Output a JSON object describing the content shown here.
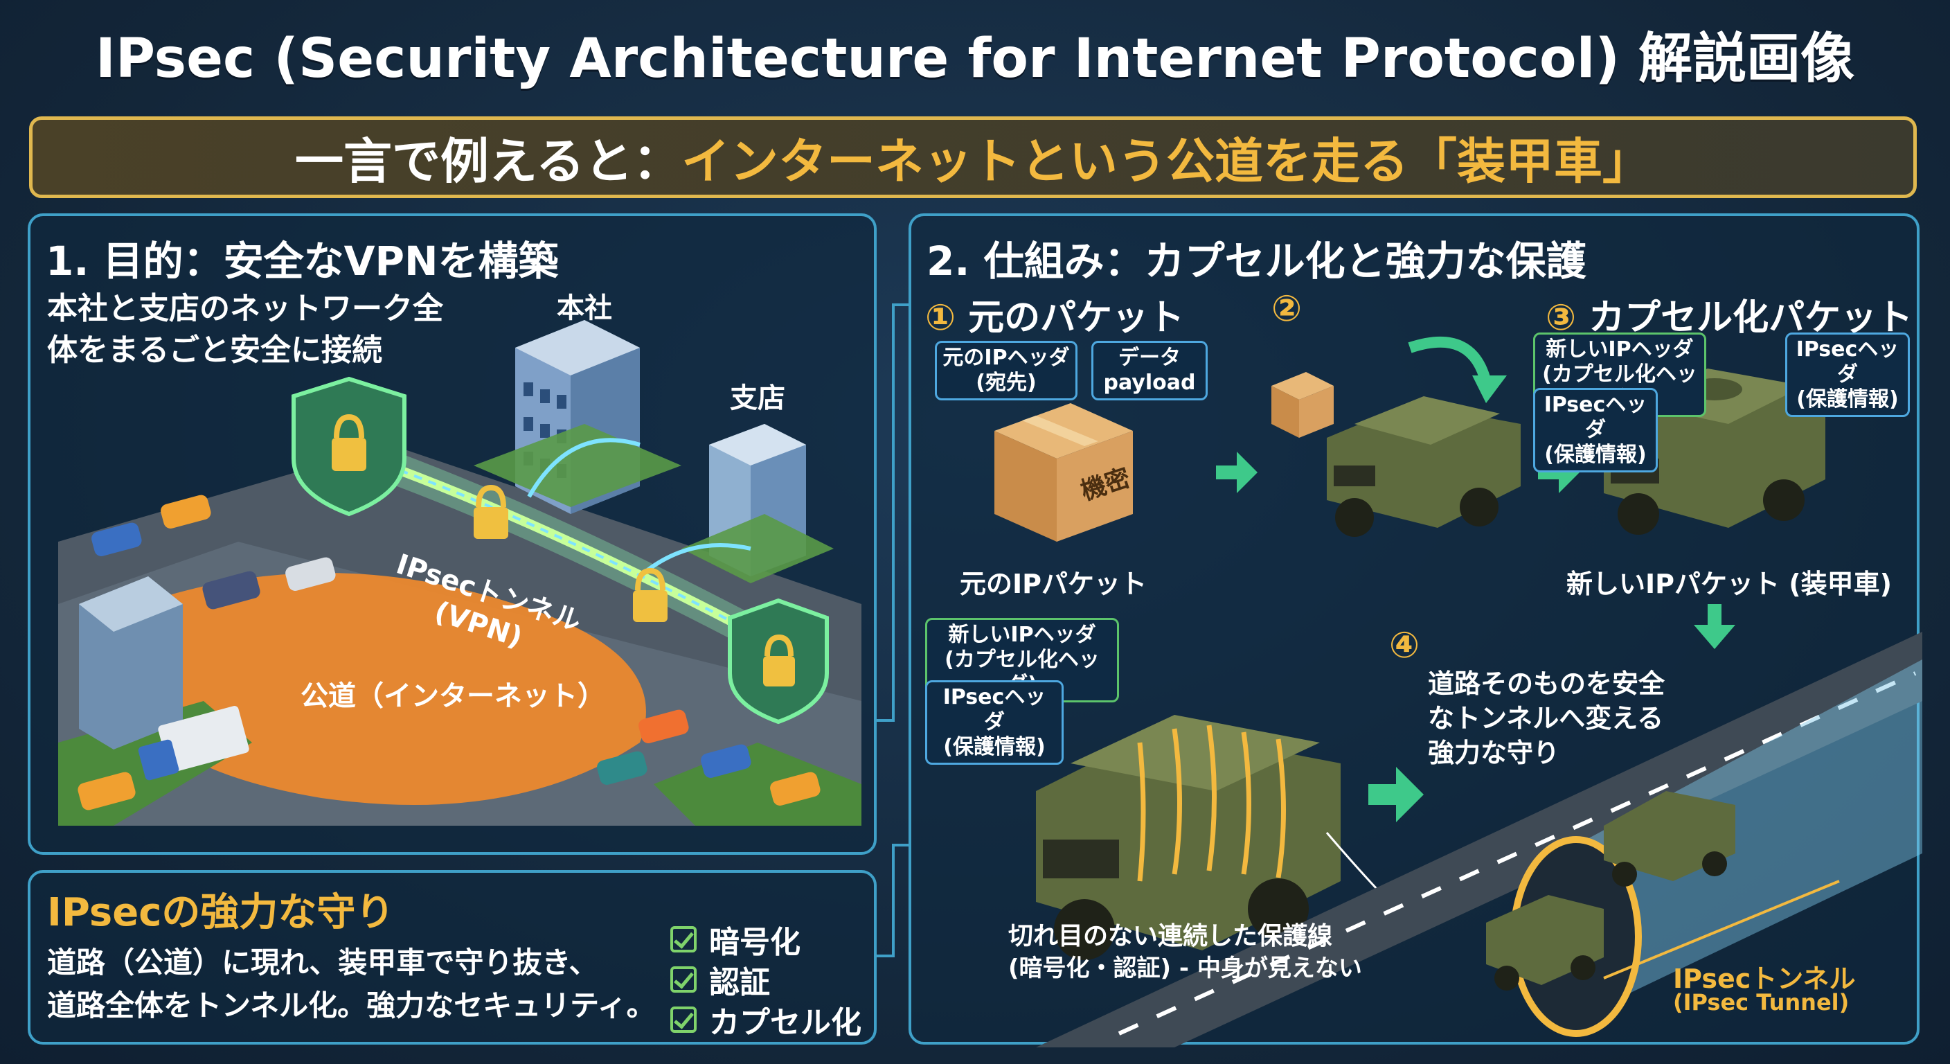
{
  "title": "IPsec (Security Architecture for Internet Protocol) 解説画像",
  "banner": {
    "lead": "一言で例えると：",
    "highlight": "インターネットという公道を走る「装甲車」"
  },
  "section1": {
    "title": "1. 目的：安全なVPNを構築",
    "desc_line1": "本社と支店のネットワーク全",
    "desc_line2": "体をまるごと安全に接続",
    "hq_label": "本社",
    "branch_label": "支店",
    "tunnel_label_line1": "IPsecトンネル",
    "tunnel_label_line2": "(VPN)",
    "road_label": "公道（インターネット）"
  },
  "section2": {
    "title": "2. 仕組み：カプセル化と強力な保護",
    "step1": {
      "num": "①",
      "title": "元のパケット",
      "tag_header": "元のIPヘッダ\n(宛先)",
      "tag_data": "データ\npayload",
      "box_text": "機密",
      "caption": "元のIPパケット"
    },
    "step2": {
      "num": "②"
    },
    "step3": {
      "num": "③",
      "title": "カプセル化パケット",
      "tag_new_header": "新しいIPヘッダ\n(カプセル化ヘッダ)",
      "tag_ipsec_header": "IPsecヘッダ\n(保護情報)",
      "tag_ipsec_header_right": "IPsecヘッダ\n(保護情報)",
      "caption": "新しいIPパケット (装甲車)"
    },
    "detail": {
      "tag_new_header": "新しいIPヘッダ\n(カプセル化ヘッダ)",
      "tag_ipsec_header": "IPsecヘッダ\n(保護情報)",
      "caption_line1": "切れ目のない連続した保護線",
      "caption_line2": "(暗号化・認証) - 中身が見えない"
    },
    "step4": {
      "num": "④",
      "desc_line1": "道路そのものを安全",
      "desc_line2": "なトンネルへ変える",
      "desc_line3": "強力な守り",
      "tunnel_label": "IPsecトンネル",
      "tunnel_label_en": "(IPsec Tunnel)"
    }
  },
  "section3": {
    "title": "IPsecの強力な守り",
    "line1": "道路（公道）に現れ、装甲車で守り抜き、",
    "line2": "道路全体をトンネル化。強力なセキュリティ。",
    "checks": [
      "暗号化",
      "認証",
      "カプセル化"
    ]
  },
  "colors": {
    "accent": "#f3b93f",
    "panel_border": "#3fa0c8",
    "tag_border": "#4ea8e0",
    "check": "#7fd36b",
    "arrow": "#3ec98a"
  }
}
